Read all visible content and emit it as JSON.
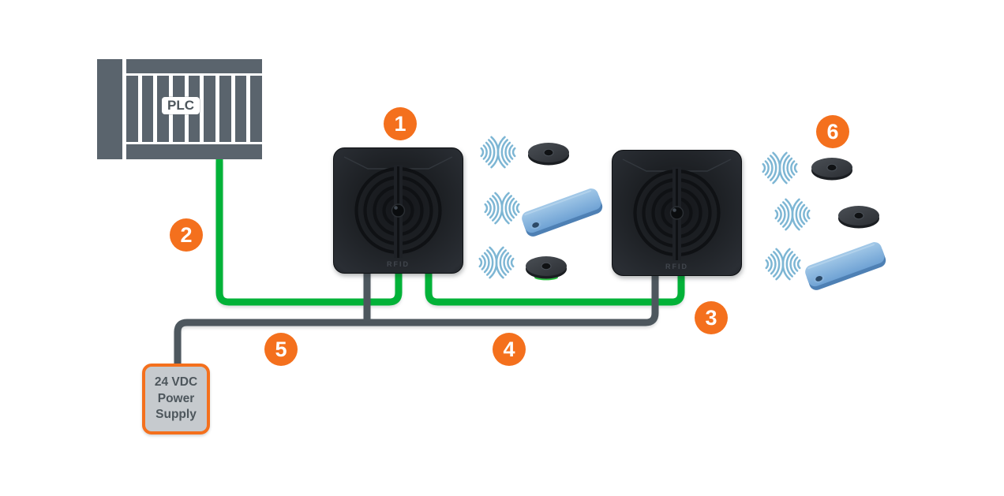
{
  "plc": {
    "label": "PLC"
  },
  "readers": [
    {
      "label": "RFID"
    },
    {
      "label": "RFID"
    }
  ],
  "power_supply": {
    "line1": "24 VDC",
    "line2": "Power",
    "line3": "Supply"
  },
  "callouts": [
    {
      "number": "1"
    },
    {
      "number": "2"
    },
    {
      "number": "3"
    },
    {
      "number": "4"
    },
    {
      "number": "5"
    },
    {
      "number": "6"
    }
  ],
  "icons": {
    "rf-waves-icon": "two mirrored groups of five nested arcs (radio transmission)",
    "disc-tag": "dark round RFID disc tag with center hole",
    "card-tag": "blue rectangular RFID card tag with mounting hole"
  },
  "colors": {
    "accent_orange": "#f4701d",
    "cable_green": "#02b238",
    "cable_gray": "#4d575e",
    "device_gray": "#5a646d",
    "reader_black": "#1d2024",
    "tag_blue": "#7fb2de",
    "waves_blue": "#7db6d4",
    "psu_fill": "#c6cace"
  }
}
